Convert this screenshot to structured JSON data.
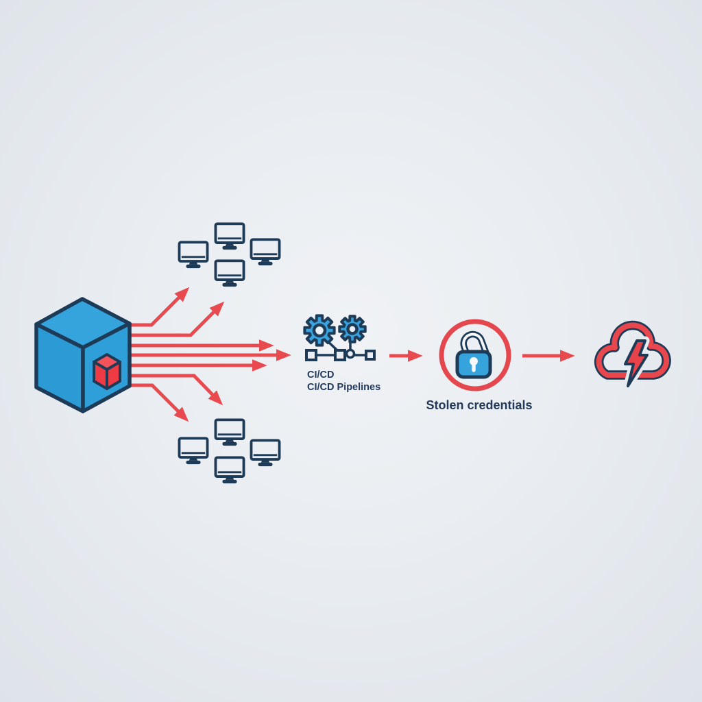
{
  "diagram": {
    "type": "flow",
    "description": "Malicious package spreading to developer machines and CI/CD pipelines, leading to stolen credentials and a cloud incident",
    "labels": {
      "cicd_line1": "CI/CD",
      "cicd_line2": "CI/CD Pipelines",
      "stolen_credentials": "Stolen credentials"
    },
    "nodes": [
      {
        "id": "malicious-package",
        "icon": "blue-cube-with-red-package",
        "label": ""
      },
      {
        "id": "developer-machines-top",
        "icon": "monitor-cluster",
        "monitor_count": 4
      },
      {
        "id": "developer-machines-bottom",
        "icon": "monitor-cluster",
        "monitor_count": 4
      },
      {
        "id": "cicd-pipelines",
        "icon": "gears-over-pipeline",
        "label_line1": "CI/CD",
        "label_line2": "CI/CD Pipelines"
      },
      {
        "id": "stolen-credentials",
        "icon": "unlocked-padlock-in-red-circle",
        "label": "Stolen credentials"
      },
      {
        "id": "cloud-incident",
        "icon": "cloud-with-lightning-bolt",
        "label": ""
      }
    ],
    "edges": [
      {
        "from": "malicious-package",
        "to": "developer-machines-top",
        "arrows": 2,
        "style": "bent-up"
      },
      {
        "from": "malicious-package",
        "to": "cicd-pipelines",
        "arrows": 3,
        "style": "straight"
      },
      {
        "from": "malicious-package",
        "to": "developer-machines-bottom",
        "arrows": 2,
        "style": "bent-down"
      },
      {
        "from": "cicd-pipelines",
        "to": "stolen-credentials",
        "arrows": 1,
        "style": "straight"
      },
      {
        "from": "stolen-credentials",
        "to": "cloud-incident",
        "arrows": 1,
        "style": "straight"
      }
    ],
    "colors": {
      "background_center": "#f0f2f5",
      "background_edge": "#dee3e9",
      "navy_outline": "#1d3a57",
      "blue_fill": "#2f9fd9",
      "red_arrow": "#e84a4f",
      "red_cube": "#ee3b44",
      "red_cube_top": "#f3545b",
      "label_text": "#22395a"
    }
  }
}
